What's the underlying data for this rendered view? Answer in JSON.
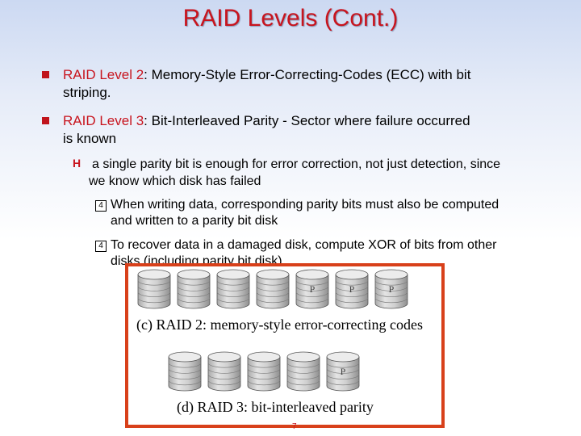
{
  "title": "RAID Levels (Cont.)",
  "bullets": [
    {
      "label": "RAID Level 2",
      "text_line1": ":  Memory-Style Error-Correcting-Codes (ECC) with bit",
      "text_line2": "striping."
    },
    {
      "label": "RAID Level 3",
      "text_line1": ": Bit-Interleaved Parity  - Sector where failure occurred",
      "text_line2": "is known"
    }
  ],
  "sub_bullet": {
    "line1": "a single parity bit is enough for error correction, not just detection, since",
    "line2": "we know which disk has failed"
  },
  "subsub_bullets": [
    {
      "line1": "When writing data, corresponding parity bits must also be computed",
      "line2": "and written to a parity bit disk"
    },
    {
      "line1": "To recover data in a damaged disk, compute XOR of bits from other",
      "line2": "disks (including parity bit disk)"
    }
  ],
  "figure": {
    "raid2_caption": "(c) RAID 2: memory-style error-correcting codes",
    "raid3_caption": "(d) RAID 3: bit-interleaved parity",
    "parity_label": "P",
    "raid2_data_disks": 4,
    "raid2_parity_disks": 3,
    "raid3_data_disks": 4,
    "raid3_parity_disks": 1
  },
  "page_number": "7"
}
